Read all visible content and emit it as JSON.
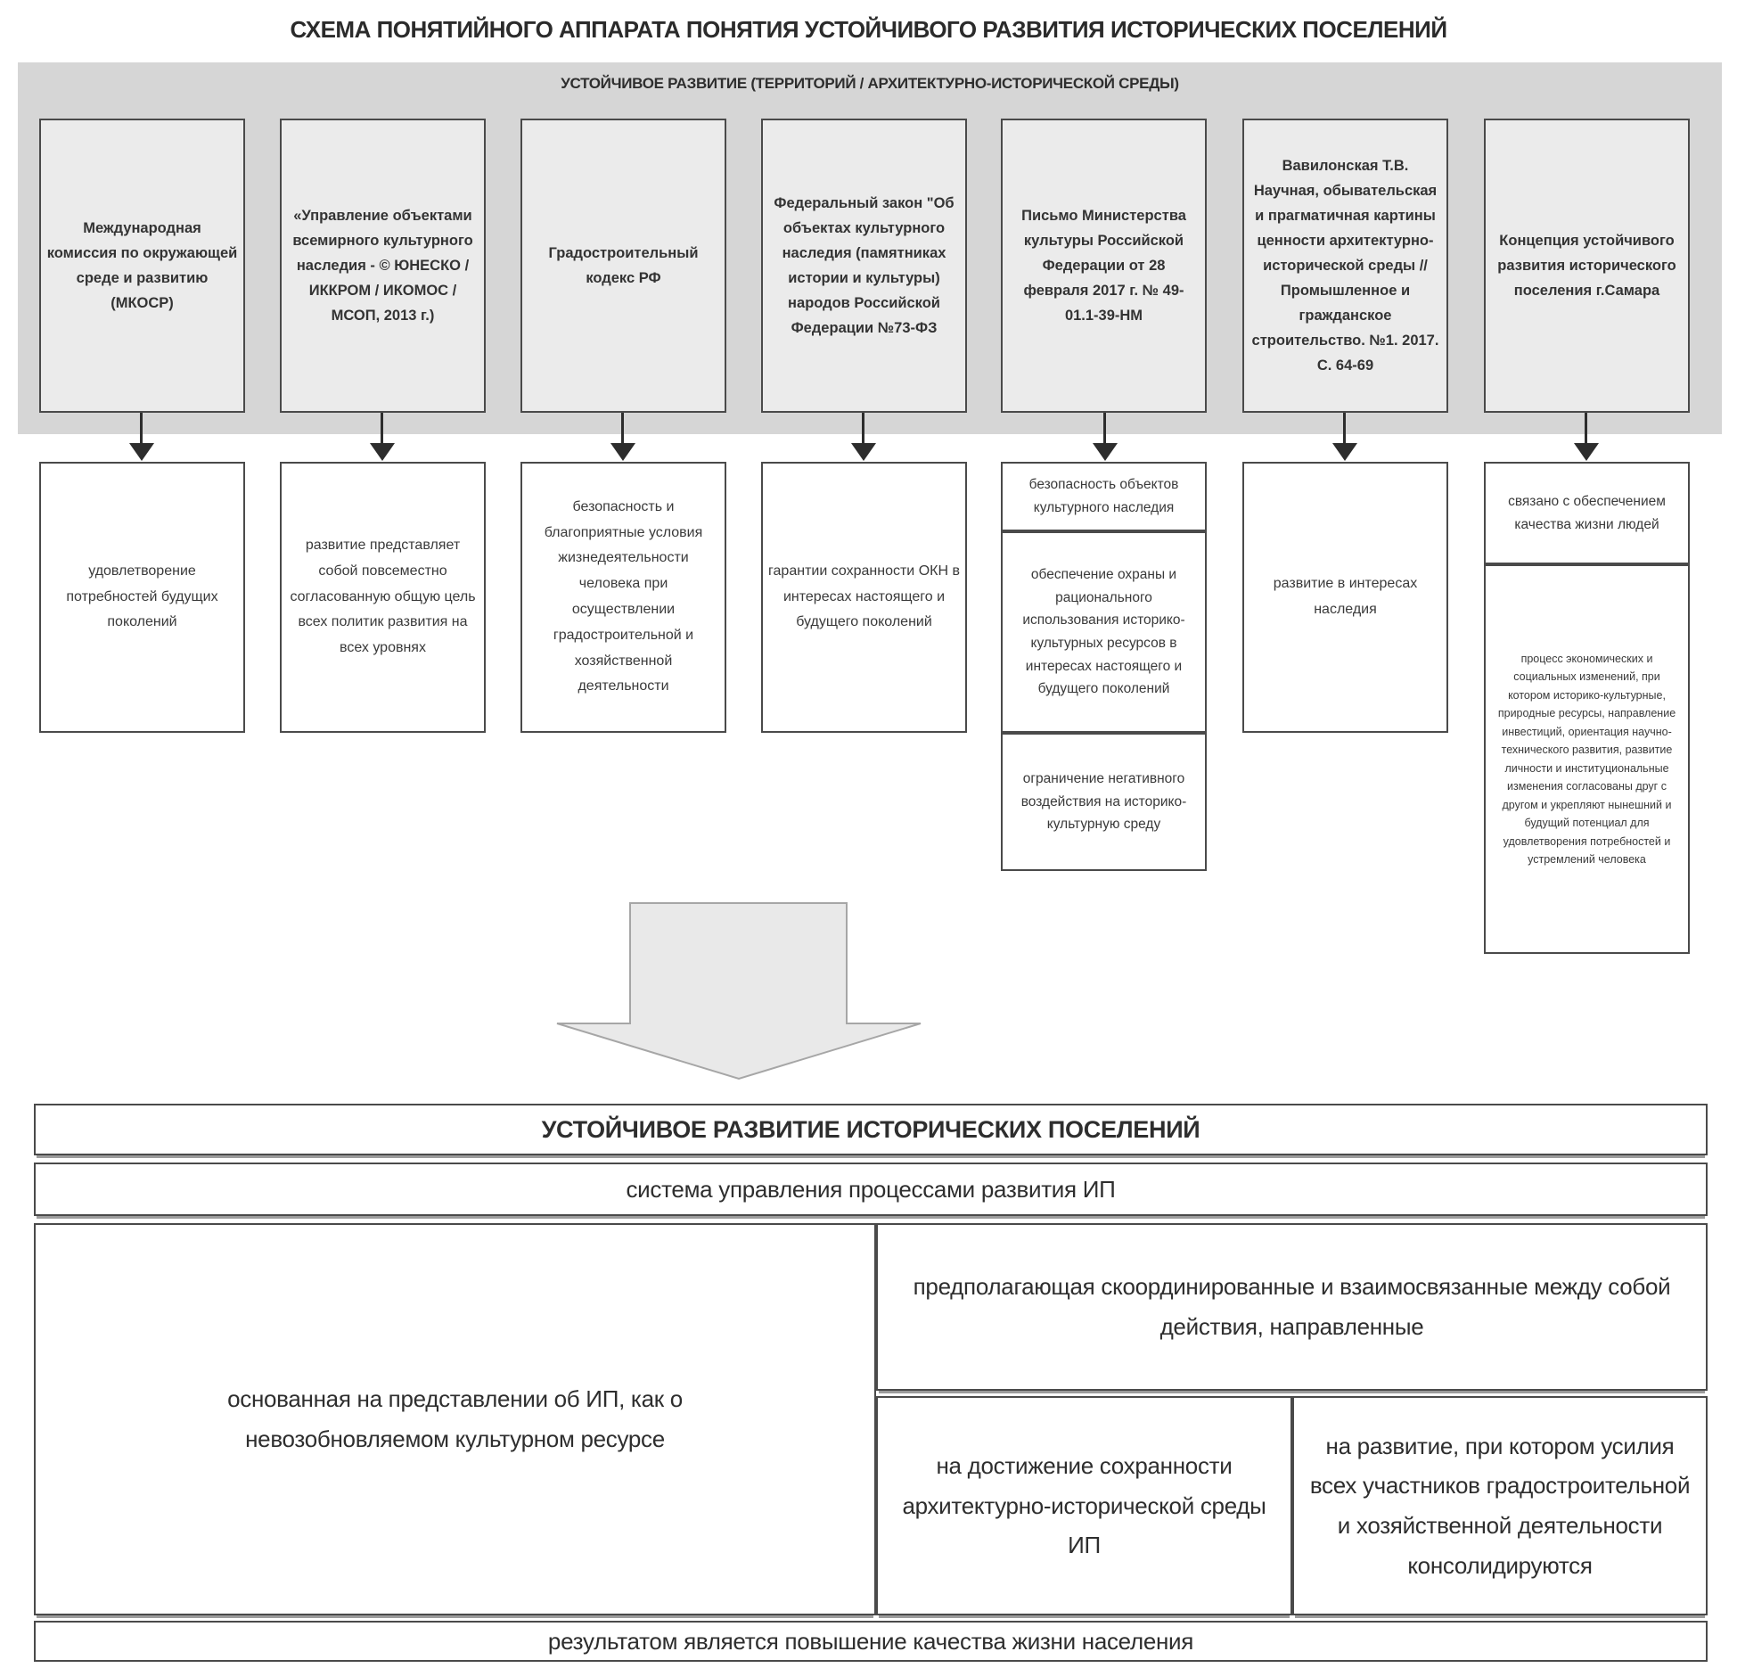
{
  "title": "СХЕМА ПОНЯТИЙНОГО АППАРАТА ПОНЯТИЯ УСТОЙЧИВОГО РАЗВИТИЯ ИСТОРИЧЕСКИХ ПОСЕЛЕНИЙ",
  "banner": {
    "label": "УСТОЙЧИВОЕ РАЗВИТИЕ (ТЕРРИТОРИЙ / АРХИТЕКТУРНО-ИСТОРИЧЕСКОЙ СРЕДЫ)"
  },
  "columns": [
    {
      "source": "Международная комиссия по окружающей среде и развитию (МКОСР)",
      "outputs": [
        "удовлетворение потребностей будущих поколений"
      ]
    },
    {
      "source": "«Управление объектами всемирного культурного наследия - © ЮНЕСКО / ИККРОМ / ИКОМОС / МСОП, 2013 г.)",
      "outputs": [
        "развитие представляет собой повсеместно согласованную общую цель всех политик развития на всех уровнях"
      ]
    },
    {
      "source": "Градостроительный кодекс РФ",
      "outputs": [
        "безопасность и благоприятные условия жизнедеятельности человека при осуществлении градостроительной и хозяйственной деятельности"
      ]
    },
    {
      "source": "Федеральный закон \"Об объектах культурного наследия (памятниках истории и культуры) народов Российской Федерации №73-ФЗ",
      "outputs": [
        "гарантии сохранности ОКН в интересах настоящего и будущего поколений"
      ]
    },
    {
      "source": "Письмо Министерства культуры Российской Федерации от 28 февраля 2017 г. № 49-01.1-39-НМ",
      "outputs": [
        "безопасность объектов культурного наследия",
        "обеспечение охраны и рационального использования историко-культурных ресурсов в интересах настоящего и будущего поколений",
        "ограничение негативного воздействия на историко-культурную среду"
      ]
    },
    {
      "source": "Вавилонская Т.В. Научная, обывательская и прагматичная картины ценности архитектурно-исторической среды // Промышленное и гражданское строительство. №1. 2017. С. 64-69",
      "outputs": [
        "развитие в интересах наследия"
      ]
    },
    {
      "source": "Концепция устойчивого развития исторического поселения г.Самара",
      "outputs": [
        "связано с обеспечением качества жизни людей",
        "процесс экономических и социальных изменений, при котором историко-культурные, природные ресурсы, направление инвестиций, ориентация научно-технического развития, развитие личности и институциональные изменения согласованы друг с другом и укрепляют нынешний и будущий потенциал для удовлетворения потребностей и устремлений человека"
      ]
    }
  ],
  "result": {
    "header": "УСТОЙЧИВОЕ РАЗВИТИЕ ИСТОРИЧЕСКИХ ПОСЕЛЕНИЙ",
    "system": "система управления процессами развития ИП",
    "left": "основанная на представлении об ИП, как о невозобновляемом культурном ресурсе",
    "right_top": "предполагающая скоординированные и взаимосвязанные между собой действия, направленные",
    "right_bottom_left": "на достижение сохранности архитектурно-исторической среды ИП",
    "right_bottom_right": "на развитие, при котором усилия всех участников градостроительной и хозяйственной деятельности консолидируются",
    "footer": "результатом является повышение качества жизни населения"
  },
  "colors": {
    "banner_bg": "#d6d6d6",
    "source_box_bg": "#ebebeb",
    "box_border": "#4a4a4a",
    "arrow": "#2d2d2d",
    "big_arrow_fill": "#e9e9e9",
    "big_arrow_stroke": "#a6a6a6",
    "text": "#333333"
  }
}
